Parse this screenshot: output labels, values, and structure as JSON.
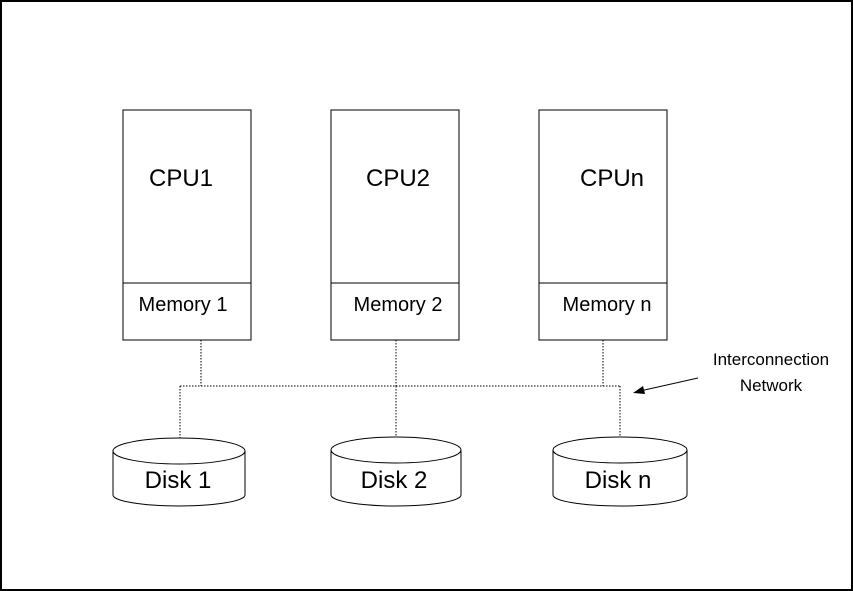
{
  "cpus": [
    {
      "cpu_label": "CPU1",
      "memory_label": "Memory 1"
    },
    {
      "cpu_label": "CPU2",
      "memory_label": "Memory 2"
    },
    {
      "cpu_label": "CPUn",
      "memory_label": "Memory n"
    }
  ],
  "disks": [
    {
      "label": "Disk 1"
    },
    {
      "label": "Disk 2"
    },
    {
      "label": "Disk n"
    }
  ],
  "network": {
    "label_line1": "Interconnection",
    "label_line2": "Network"
  }
}
